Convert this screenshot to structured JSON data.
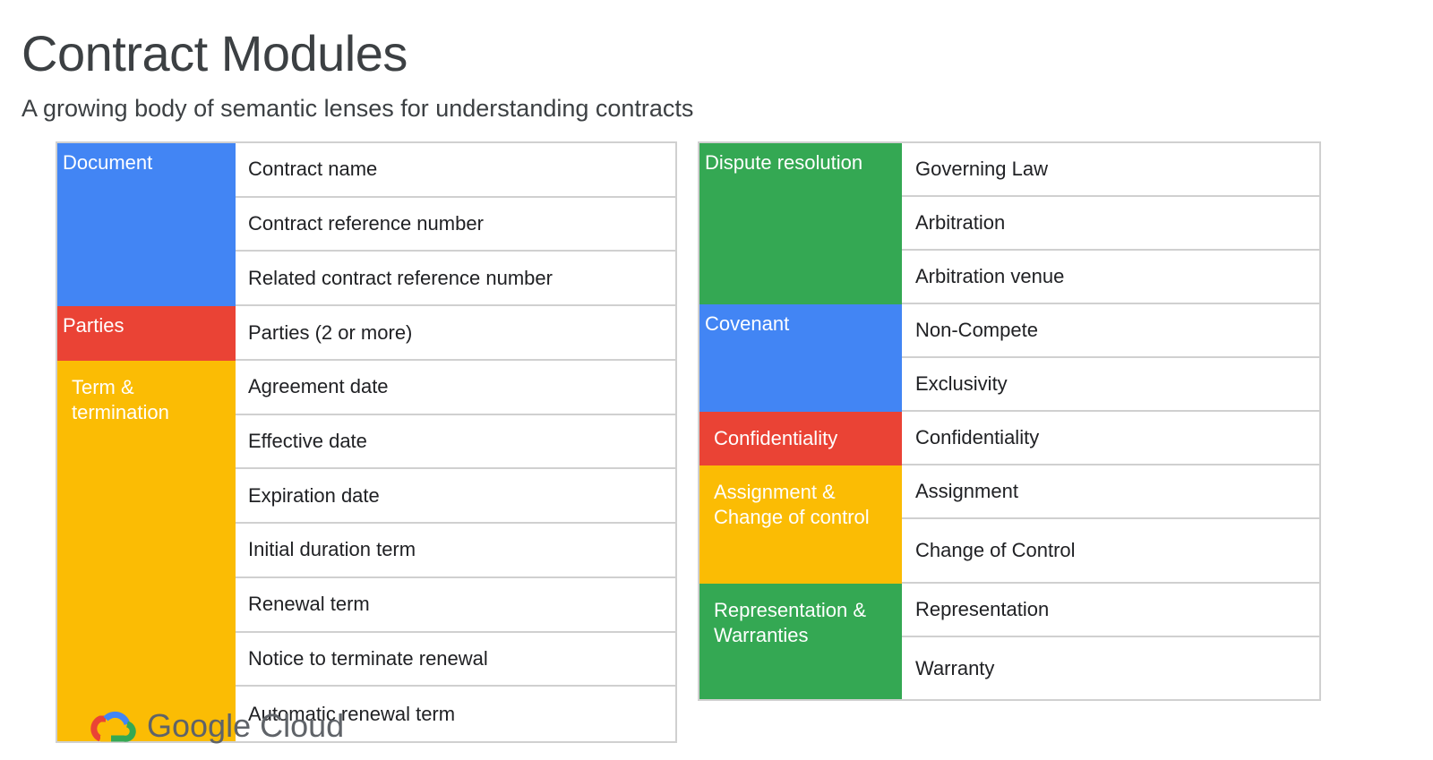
{
  "header": {
    "title": "Contract Modules",
    "subtitle": "A growing body of semantic lenses for understanding contracts"
  },
  "left_table": {
    "categories": {
      "document": "Document",
      "parties": "Parties",
      "term_termination": "Term & termination"
    },
    "rows": [
      "Contract name",
      "Contract reference number",
      "Related contract reference number",
      "Parties (2 or more)",
      "Agreement date",
      "Effective date",
      "Expiration date",
      "Initial duration term",
      "Renewal term",
      "Notice to terminate renewal",
      "Automatic renewal term"
    ]
  },
  "right_table": {
    "categories": {
      "dispute_resolution": "Dispute resolution",
      "covenant": "Covenant",
      "confidentiality": "Confidentiality",
      "assignment": "Assignment & Change of control",
      "representation": "Representation & Warranties"
    },
    "rows": [
      "Governing Law",
      "Arbitration",
      "Arbitration venue",
      "Non-Compete",
      "Exclusivity",
      "Confidentiality",
      "Assignment",
      "Change of Control",
      "Representation",
      "Warranty"
    ]
  },
  "footer": {
    "logo_text": "Google Cloud"
  },
  "colors": {
    "blue": "#4285f4",
    "red": "#ea4335",
    "yellow": "#fbbc04",
    "green": "#34a853"
  }
}
